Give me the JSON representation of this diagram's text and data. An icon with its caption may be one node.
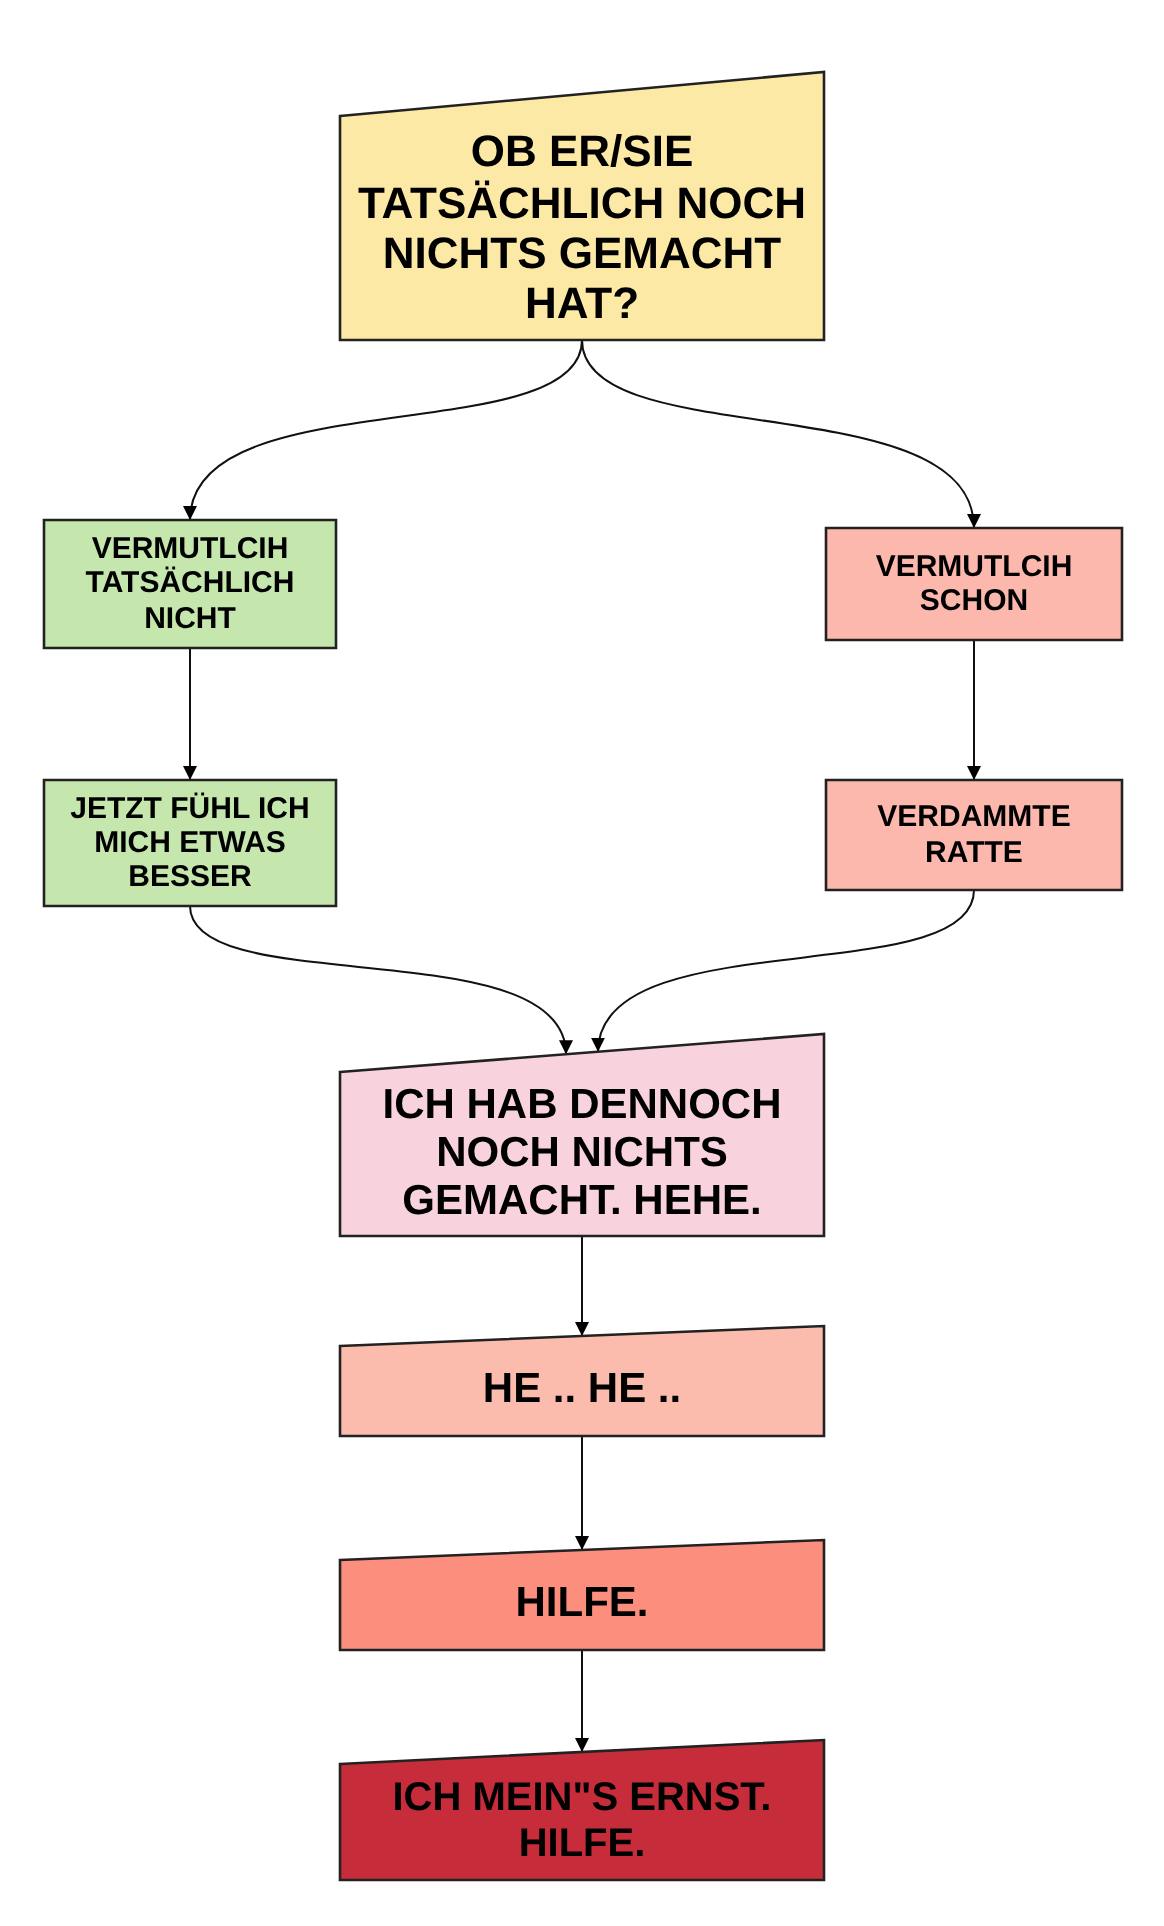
{
  "diagram": {
    "nodes": [
      {
        "text": [
          "OB ER/SIE TATSÄCHLICH NOCH NICHTS GEMACHT HAT?"
        ]
      },
      {
        "text": [
          "VERMUTLCIH TATSÄCHLICH NICHT"
        ]
      },
      {
        "text": [
          "VERMUTLCIH SCHON"
        ]
      },
      {
        "text": [
          "JETZT FÜHL ICH MICH ETWAS BESSER"
        ]
      },
      {
        "text": [
          "VERDAMMTE RATTE"
        ]
      },
      {
        "text": [
          "ICH HAB DENNOCH NOCH NICHTS GEMACHT. HEHE."
        ]
      },
      {
        "text": [
          "HE .. HE .."
        ]
      },
      {
        "text": [
          "HILFE."
        ]
      },
      {
        "text": [
          "ICH MEIN\"S ERNST. HILFE."
        ]
      }
    ],
    "edges": [
      {
        "from": 0,
        "to": 1,
        "arrow": "to"
      },
      {
        "from": 0,
        "to": 2,
        "arrow": "to"
      },
      {
        "from": 1,
        "to": 3,
        "arrow": "to"
      },
      {
        "from": 2,
        "to": 4,
        "arrow": "to"
      },
      {
        "from": 3,
        "to": 5,
        "arrow": "to"
      },
      {
        "from": 4,
        "to": 5,
        "arrow": "to"
      },
      {
        "from": 5,
        "to": 6,
        "arrow": "to"
      },
      {
        "from": 6,
        "to": 7,
        "arrow": "to"
      },
      {
        "from": 7,
        "to": 8,
        "arrow": "to"
      }
    ]
  }
}
